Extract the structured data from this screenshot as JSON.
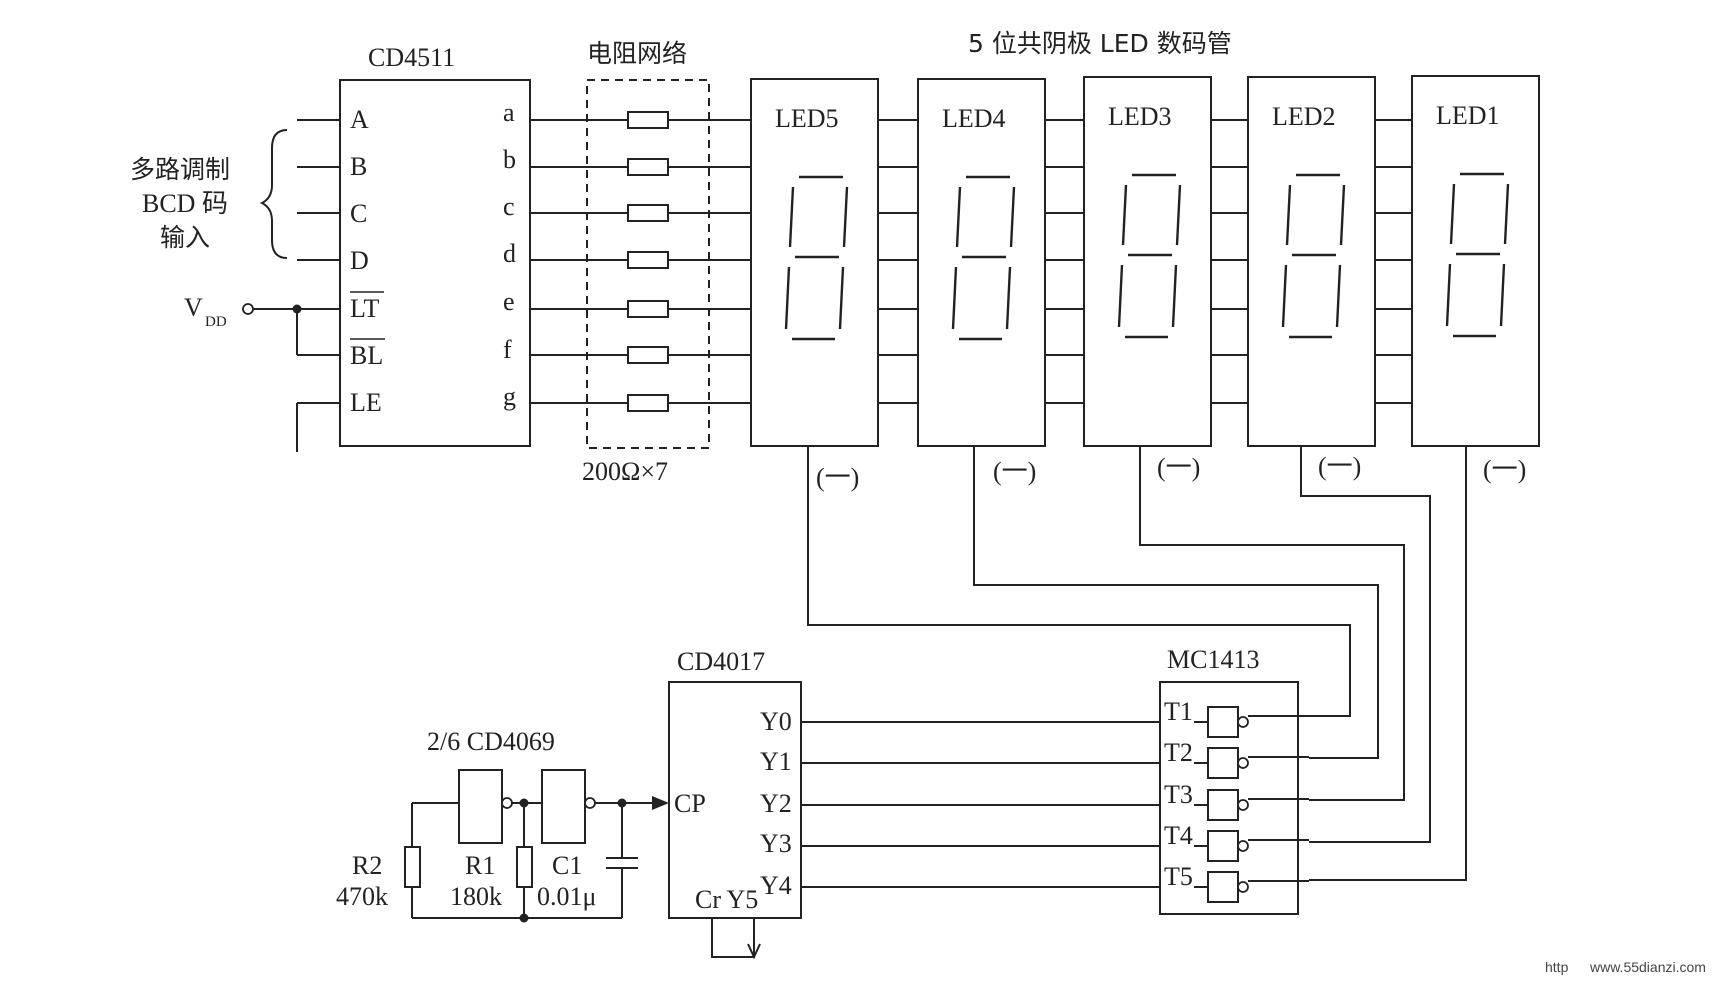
{
  "title": "5 位共阴极 LED 数码管",
  "cd4511": {
    "name": "CD4511",
    "inputs": [
      "A",
      "B",
      "C",
      "D",
      "LT",
      "BL",
      "LE"
    ],
    "outputs": [
      "a",
      "b",
      "c",
      "d",
      "e",
      "f",
      "g"
    ]
  },
  "resistor_network": {
    "label": "电阻网络",
    "value": "200Ω×7"
  },
  "bcd_input": {
    "line1": "多路调制",
    "line2": "BCD 码",
    "line3": "输入"
  },
  "vdd": {
    "main": "V",
    "sub": "DD"
  },
  "leds": [
    "LED5",
    "LED4",
    "LED3",
    "LED2",
    "LED1"
  ],
  "cathode_label": "(一)",
  "cd4017": {
    "name": "CD4017",
    "cp": "CP",
    "outputs": [
      "Y0",
      "Y1",
      "Y2",
      "Y3",
      "Y4"
    ],
    "bottom": "Cr Y5"
  },
  "mc1413": {
    "name": "MC1413",
    "channels": [
      "T1",
      "T2",
      "T3",
      "T4",
      "T5"
    ]
  },
  "inverter": {
    "label": "2/6 CD4069"
  },
  "r2": {
    "name": "R2",
    "value": "470k"
  },
  "r1": {
    "name": "R1",
    "value": "180k"
  },
  "c1": {
    "name": "C1",
    "value": "0.01μ"
  },
  "watermark": {
    "left": "http",
    "right": "www.55dianzi.com"
  }
}
